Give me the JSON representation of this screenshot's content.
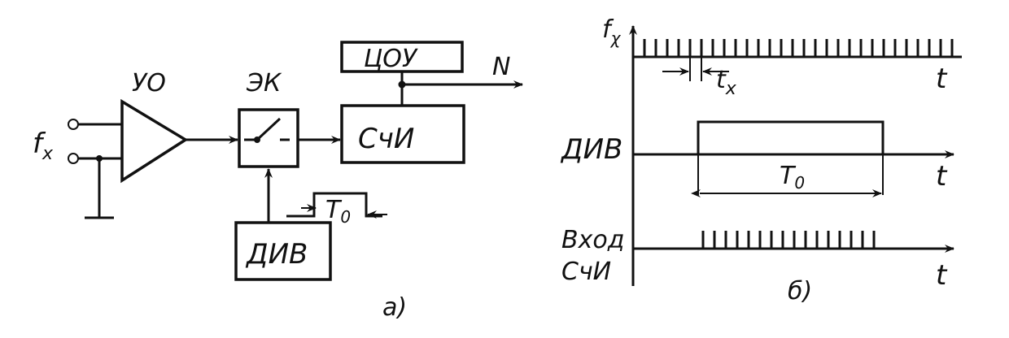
{
  "diagram_a": {
    "input_label": "f",
    "input_sub": "x",
    "amp_label": "УО",
    "key_label": "ЭК",
    "display_label": "ЦОУ",
    "counter_label": "СчИ",
    "output_label": "N",
    "div_label": "ДИВ",
    "period_label": "T",
    "period_sub": "0",
    "caption": "а)"
  },
  "diagram_b": {
    "fx_axis_label": "f",
    "fx_axis_sub": "χ",
    "tx_label": "t",
    "tx_sub": "x",
    "time_label": "t",
    "div_row_label": "ДИВ",
    "t0_label": "T",
    "t0_sub": "0",
    "input_row_label_1": "Вход",
    "input_row_label_2": "СчИ",
    "caption": "б)"
  }
}
